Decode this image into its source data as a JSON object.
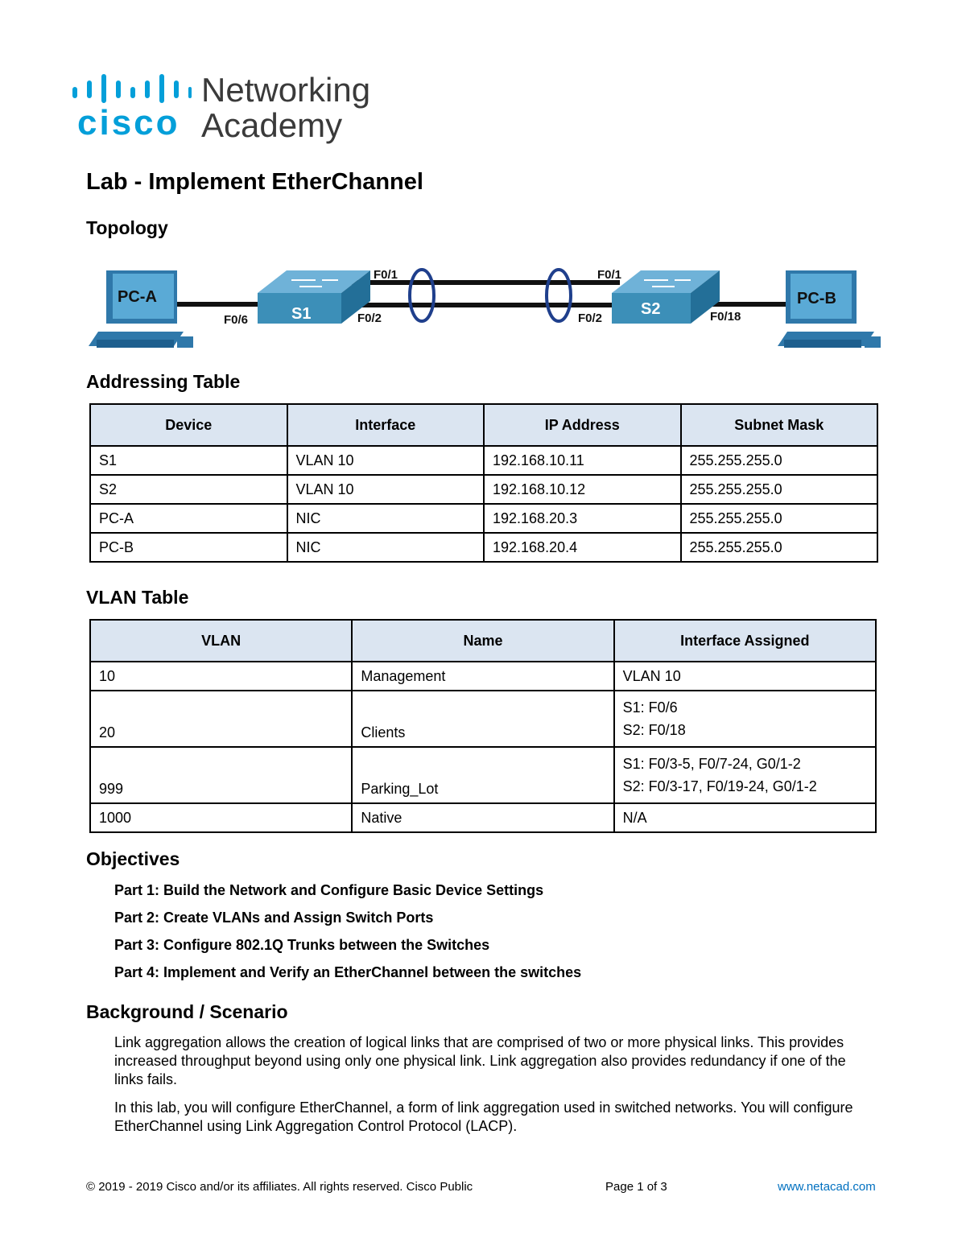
{
  "logo": {
    "brand": "cisco",
    "line1": "Networking",
    "line2": "Academy",
    "brand_color": "#049fd9",
    "icon": "cisco-bars-icon"
  },
  "title": "Lab - Implement EtherChannel",
  "topology": {
    "heading": "Topology",
    "pc_a": "PC-A",
    "pc_b": "PC-B",
    "s1": "S1",
    "s2": "S2",
    "s1_f01": "F0/1",
    "s1_f02": "F0/2",
    "s2_f01": "F0/1",
    "s2_f02": "F0/2",
    "s1_f06": "F0/6",
    "s2_f018": "F0/18",
    "switch_color": "#3c8fb8",
    "pc_color": "#3b8fc0",
    "channel_ring_color": "#1f3f8c"
  },
  "addressing": {
    "heading": "Addressing Table",
    "headers": [
      "Device",
      "Interface",
      "IP Address",
      "Subnet Mask"
    ],
    "rows": [
      [
        "S1",
        "VLAN 10",
        "192.168.10.11",
        "255.255.255.0"
      ],
      [
        "S2",
        "VLAN 10",
        "192.168.10.12",
        "255.255.255.0"
      ],
      [
        "PC-A",
        "NIC",
        "192.168.20.3",
        "255.255.255.0"
      ],
      [
        "PC-B",
        "NIC",
        "192.168.20.4",
        "255.255.255.0"
      ]
    ],
    "header_bg": "#dbe5f1"
  },
  "vlan": {
    "heading": "VLAN Table",
    "headers": [
      "VLAN",
      "Name",
      "Interface Assigned"
    ],
    "rows": [
      {
        "vlan": "10",
        "name": "Management",
        "iface": [
          "VLAN 10"
        ]
      },
      {
        "vlan": "20",
        "name": "Clients",
        "iface": [
          "S1: F0/6",
          "S2: F0/18"
        ]
      },
      {
        "vlan": "999",
        "name": "Parking_Lot",
        "iface": [
          "S1: F0/3-5, F0/7-24, G0/1-2",
          "S2: F0/3-17, F0/19-24, G0/1-2"
        ]
      },
      {
        "vlan": "1000",
        "name": "Native",
        "iface": [
          "N/A"
        ]
      }
    ]
  },
  "objectives": {
    "heading": "Objectives",
    "items": [
      "Part 1: Build the Network and Configure Basic Device Settings",
      "Part 2: Create VLANs and Assign Switch Ports",
      "Part 3: Configure 802.1Q Trunks between the Switches",
      "Part 4: Implement and Verify an EtherChannel between the switches"
    ]
  },
  "background": {
    "heading": "Background / Scenario",
    "paragraphs": [
      "Link aggregation allows the creation of logical links that are comprised of two or more physical links. This provides increased throughput beyond using only one physical link. Link aggregation also provides redundancy if one of the links fails.",
      "In this lab, you will configure EtherChannel, a form of link aggregation used in switched networks. You will configure EtherChannel using Link Aggregation Control Protocol (LACP)."
    ]
  },
  "footer": {
    "copyright": "© 2019 - 2019 Cisco and/or its affiliates. All rights reserved. Cisco Public",
    "page": "Page 1 of 3",
    "link": "www.netacad.com",
    "link_color": "#0070c0"
  }
}
